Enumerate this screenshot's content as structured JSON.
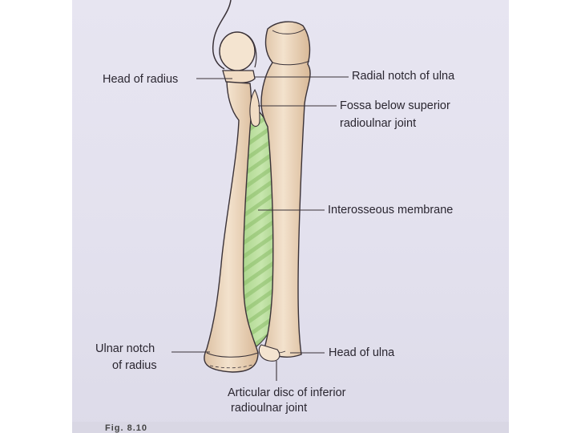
{
  "figure": {
    "labels": {
      "head_of_radius": "Head of radius",
      "radial_notch_of_ulna": "Radial notch of ulna",
      "fossa_line1": "Fossa below superior",
      "fossa_line2": "radioulnar joint",
      "interosseous_membrane": "Interosseous membrane",
      "ulnar_notch_line1": "Ulnar notch",
      "ulnar_notch_line2": "of radius",
      "head_of_ulna": "Head of ulna",
      "articular_disc_line1": "Articular disc of inferior",
      "articular_disc_line2": "radioulnar joint"
    },
    "caption_fragment": "Fig. 8.10",
    "colors": {
      "bone": "#f1dcc4",
      "bone_shade": "#dcc0a2",
      "outline": "#3a3238",
      "membrane": "#b9dc9c",
      "membrane_stripe": "#8fc06e",
      "paper": "#e5e3ef"
    }
  }
}
